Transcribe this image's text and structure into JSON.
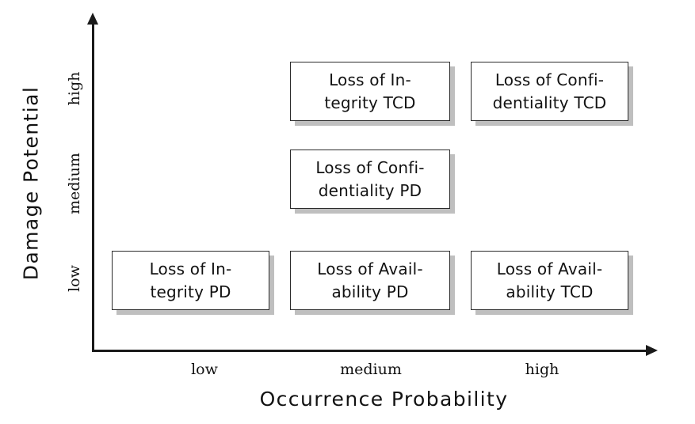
{
  "chart_data": {
    "type": "table",
    "title": "",
    "xlabel": "Occurrence Probability",
    "ylabel": "Damage Potential",
    "x_categories": [
      "low",
      "medium",
      "high"
    ],
    "y_categories": [
      "low",
      "medium",
      "high"
    ],
    "grid": false,
    "legend": "none",
    "cells": [
      {
        "occurrence_probability": "medium",
        "damage_potential": "high",
        "label": "Loss of Integrity TCD",
        "lines": [
          "Loss of In-",
          "tegrity TCD"
        ]
      },
      {
        "occurrence_probability": "high",
        "damage_potential": "high",
        "label": "Loss of Confidentiality TCD",
        "lines": [
          "Loss of Confi-",
          "dentiality TCD"
        ]
      },
      {
        "occurrence_probability": "medium",
        "damage_potential": "medium",
        "label": "Loss of Confidentiality PD",
        "lines": [
          "Loss of Confi-",
          "dentiality PD"
        ]
      },
      {
        "occurrence_probability": "low",
        "damage_potential": "low",
        "label": "Loss of Integrity PD",
        "lines": [
          "Loss of In-",
          "tegrity PD"
        ]
      },
      {
        "occurrence_probability": "medium",
        "damage_potential": "low",
        "label": "Loss of Availability PD",
        "lines": [
          "Loss of Avail-",
          "ability PD"
        ]
      },
      {
        "occurrence_probability": "high",
        "damage_potential": "low",
        "label": "Loss of Availability TCD",
        "lines": [
          "Loss of Avail-",
          "ability TCD"
        ]
      }
    ]
  },
  "axes": {
    "y": {
      "title": "Damage Potential",
      "ticks": {
        "high": "high",
        "medium": "medium",
        "low": "low"
      }
    },
    "x": {
      "title": "Occurrence Probability",
      "ticks": {
        "low": "low",
        "medium": "medium",
        "high": "high"
      }
    }
  },
  "colors": {
    "box_fill": "#ffffff",
    "box_border": "#2b2b2b",
    "box_shadow": "#bfbfbf",
    "axis": "#1a1a1a",
    "text": "#121212",
    "background": "#ffffff"
  }
}
